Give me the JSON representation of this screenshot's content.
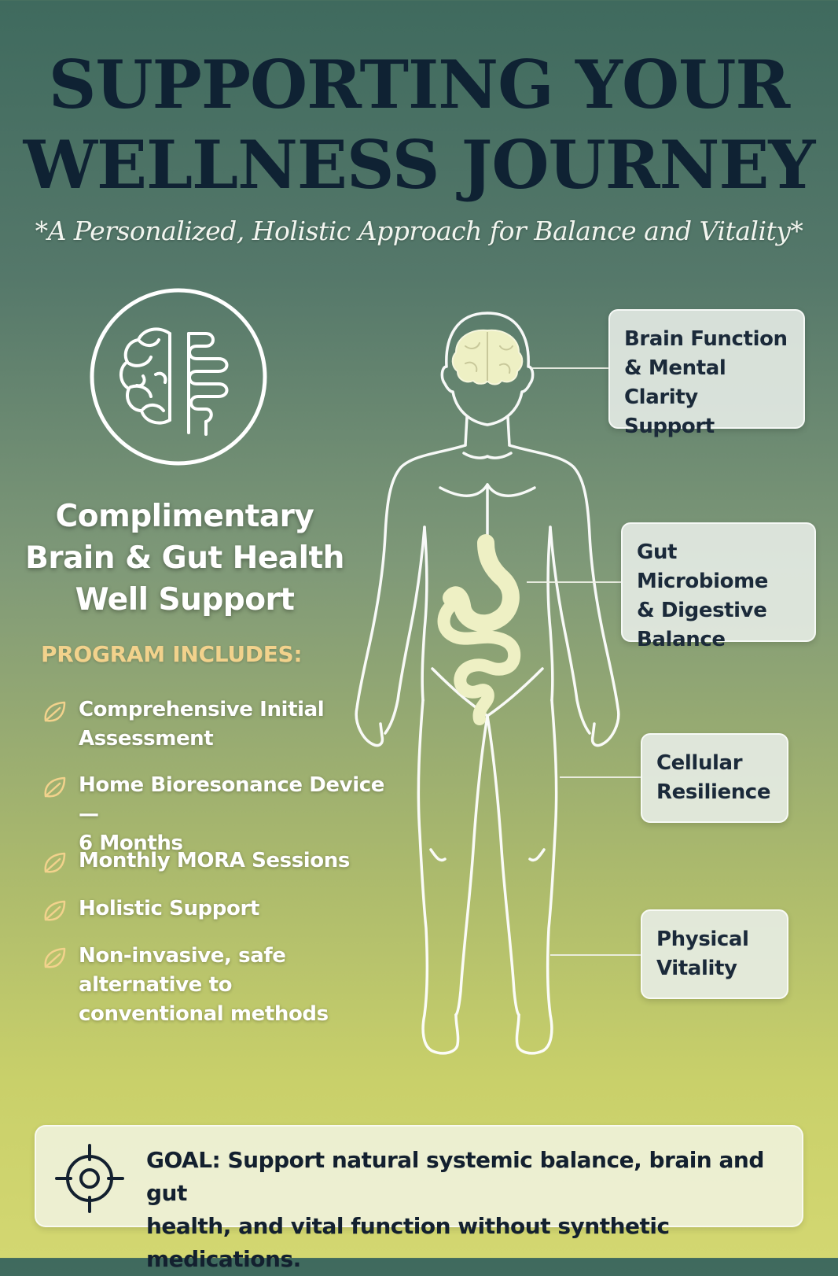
{
  "header": {
    "title_line1": "SUPPORTING YOUR",
    "title_line2": "WELLNESS JOURNEY",
    "subtitle": "*A Personalized, Holistic Approach for Balance and Vitality*"
  },
  "program": {
    "icon": "brain-gut-icon",
    "title_lines": [
      "Complimentary",
      "Brain & Gut Health",
      "Well Support"
    ],
    "includes_heading": "PROGRAM INCLUDES:",
    "includes": [
      {
        "icon": "leaf-icon",
        "lines": [
          "Comprehensive Initial",
          "Assessment"
        ]
      },
      {
        "icon": "leaf-icon",
        "lines": [
          "Home Bioresonance Device —",
          "6 Months"
        ]
      },
      {
        "icon": "leaf-icon",
        "lines": [
          "Monthly MORA Sessions"
        ]
      },
      {
        "icon": "leaf-icon",
        "lines": [
          "Holistic Support"
        ]
      },
      {
        "icon": "leaf-icon",
        "lines": [
          "Non-invasive, safe",
          "alternative to",
          "conventional methods"
        ]
      }
    ]
  },
  "figure": {
    "icon": "human-body-icon"
  },
  "callouts": {
    "brain": [
      "Brain Function",
      "& Mental Clarity",
      "Support"
    ],
    "gut": [
      "Gut Microbiome",
      "& Digestive",
      "Balance"
    ],
    "cellular": [
      "Cellular",
      "Resilience"
    ],
    "physical": [
      "Physical",
      "Vitality"
    ]
  },
  "goal": {
    "icon": "target-icon",
    "lines": [
      "GOAL: Support natural systemic balance, brain and gut",
      "health, and vital function without synthetic medications."
    ]
  },
  "colors": {
    "title": "#0f2233",
    "accent_heading": "#f2d28c",
    "callout_bg": "#e8eee8",
    "gradient_top": "#3f6a5e",
    "gradient_bottom": "#d3d771"
  }
}
